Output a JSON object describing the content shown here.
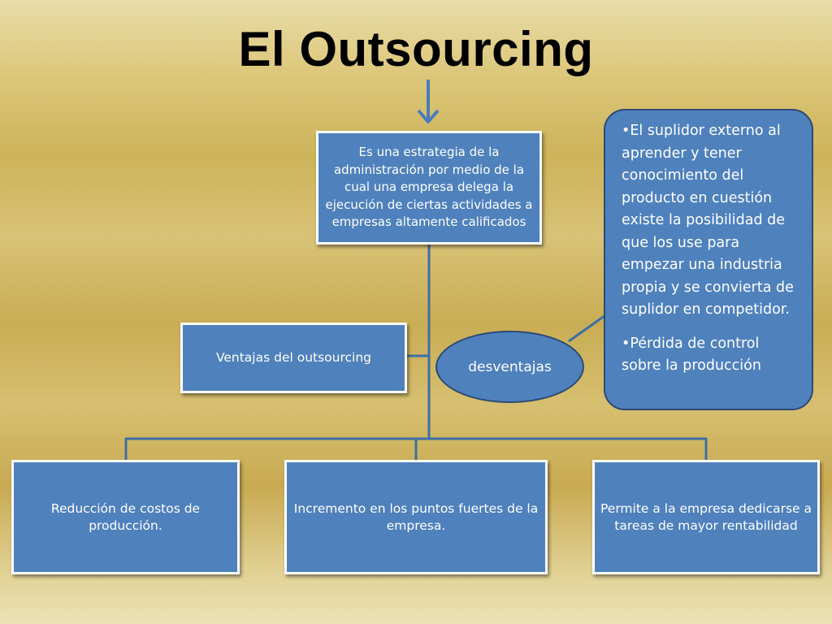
{
  "slide": {
    "title": "El Outsourcing",
    "definition": "Es una estrategia de la administración por medio de la cual una  empresa delega la ejecución de ciertas actividades a empresas altamente calificados",
    "advantages_label": "Ventajas del outsourcing",
    "disadvantages_label": "desventajas",
    "disadvantages": [
      "•El suplidor externo  al aprender y tener conocimiento del producto en cuestión existe la posibilidad de que los use para empezar una industria propia y se convierta de suplidor en competidor.",
      "•Pérdida de control sobre la producción"
    ],
    "advantages": [
      "Reducción de costos de producción.",
      "Incremento en los puntos fuertes de la empresa.",
      "Permite a la empresa dedicarse a tareas de mayor rentabilidad"
    ]
  },
  "colors": {
    "box_fill": "#4f81bd",
    "box_border": "#ffffff",
    "connector": "#3f6ea5",
    "outline": "#2c4a74",
    "title": "#000000"
  }
}
